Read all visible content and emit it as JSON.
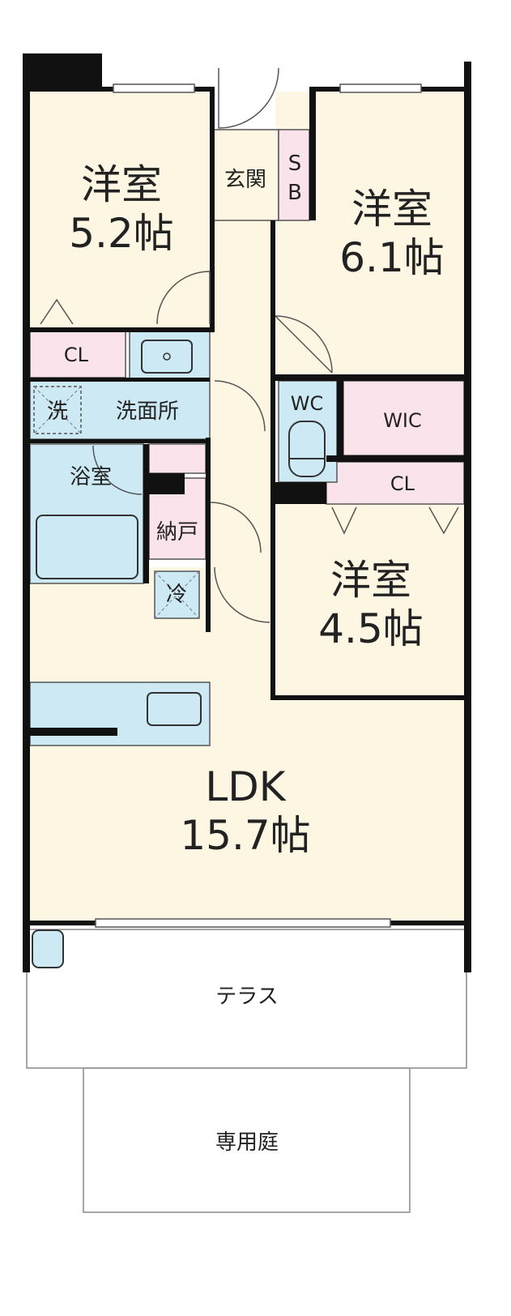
{
  "rooms": {
    "western_5_2": {
      "name": "洋室",
      "size": "5.2帖"
    },
    "western_6_1": {
      "name": "洋室",
      "size": "6.1帖"
    },
    "western_4_5": {
      "name": "洋室",
      "size": "4.5帖"
    },
    "ldk": {
      "name": "LDK",
      "size": "15.7帖"
    },
    "entrance": "玄関",
    "shoe_box_s": "S",
    "shoe_box_b": "B",
    "closet_left": "CL",
    "closet_right": "CL",
    "walk_in_closet": "WIC",
    "toilet": "WC",
    "washing_machine": "洗",
    "washroom": "洗面所",
    "bathroom": "浴室",
    "storage": "納戸",
    "fridge": "冷",
    "terrace": "テラス",
    "private_garden": "専用庭"
  },
  "colors": {
    "room_floor": "#fdf6e3",
    "wet_area": "#cdeaf4",
    "storage_pink": "#fbe3ec",
    "wall": "#111111"
  }
}
